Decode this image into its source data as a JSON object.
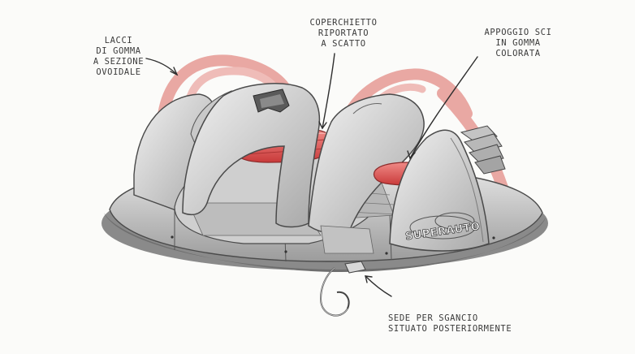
{
  "annotations": {
    "laces": {
      "lines": [
        "LACCI",
        "DI GOMMA",
        "A SEZIONE",
        "OVOIDALE"
      ]
    },
    "cover": {
      "lines": [
        "COPERCHIETTO",
        "RIPORTATO",
        "A SCATTO"
      ]
    },
    "ski_support": {
      "lines": [
        "APPOGGIO SCI",
        "IN GOMMA",
        "COLORATA"
      ]
    },
    "release": {
      "lines": [
        "SEDE PER SGANCIO",
        "SITUATO POSTERIORMENTE"
      ]
    }
  },
  "logo_text": "SUPERAUTO",
  "colors": {
    "body_light": "#dcdcdc",
    "body_shadow": "#9a9a9a",
    "outline": "#4a4a4a",
    "red": "#e0504f",
    "pink": "#eaa4a0",
    "paper": "#fbfbf9"
  }
}
